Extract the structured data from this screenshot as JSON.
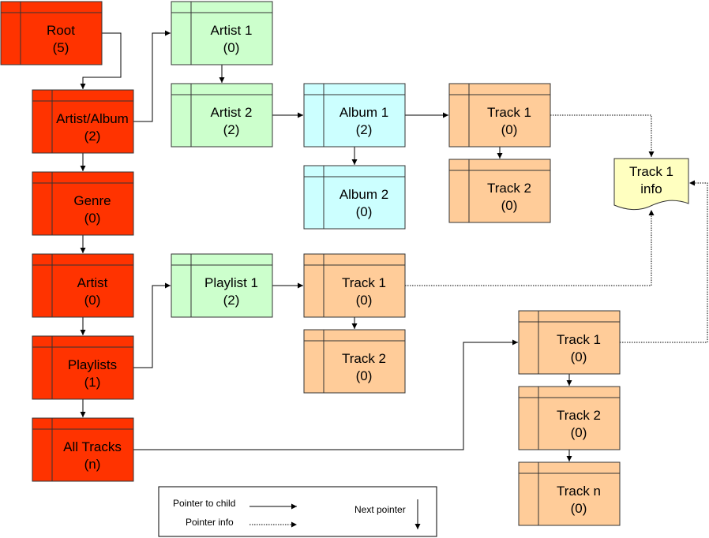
{
  "colors": {
    "red": "#ff3300",
    "green": "#ccffcc",
    "blue": "#ccffff",
    "orange": "#ffcc99",
    "yellow": "#ffffc0"
  },
  "nodes": {
    "root": {
      "name": "Root",
      "count": "(5)",
      "color": "red"
    },
    "artist_album": {
      "name": "Artist/Album",
      "count": "(2)",
      "color": "red"
    },
    "genre": {
      "name": "Genre",
      "count": "(0)",
      "color": "red"
    },
    "artist": {
      "name": "Artist",
      "count": "(0)",
      "color": "red"
    },
    "playlists": {
      "name": "Playlists",
      "count": "(1)",
      "color": "red"
    },
    "all_tracks": {
      "name": "All Tracks",
      "count": "(n)",
      "color": "red"
    },
    "artist1": {
      "name": "Artist 1",
      "count": "(0)",
      "color": "green"
    },
    "artist2": {
      "name": "Artist 2",
      "count": "(2)",
      "color": "green"
    },
    "playlist1": {
      "name": "Playlist 1",
      "count": "(2)",
      "color": "green"
    },
    "album1": {
      "name": "Album 1",
      "count": "(2)",
      "color": "blue"
    },
    "album2": {
      "name": "Album 2",
      "count": "(0)",
      "color": "blue"
    },
    "a_track1": {
      "name": "Track 1",
      "count": "(0)",
      "color": "orange"
    },
    "a_track2": {
      "name": "Track 2",
      "count": "(0)",
      "color": "orange"
    },
    "p_track1": {
      "name": "Track 1",
      "count": "(0)",
      "color": "orange"
    },
    "p_track2": {
      "name": "Track 2",
      "count": "(0)",
      "color": "orange"
    },
    "t_track1": {
      "name": "Track 1",
      "count": "(0)",
      "color": "orange"
    },
    "t_track2": {
      "name": "Track 2",
      "count": "(0)",
      "color": "orange"
    },
    "t_trackn": {
      "name": "Track n",
      "count": "(0)",
      "color": "orange"
    }
  },
  "info_doc": {
    "line1": "Track 1",
    "line2": "info",
    "color": "yellow"
  },
  "legend": {
    "pointer_to_child": "Pointer to child",
    "pointer_info": "Pointer info",
    "next_pointer": "Next pointer"
  }
}
